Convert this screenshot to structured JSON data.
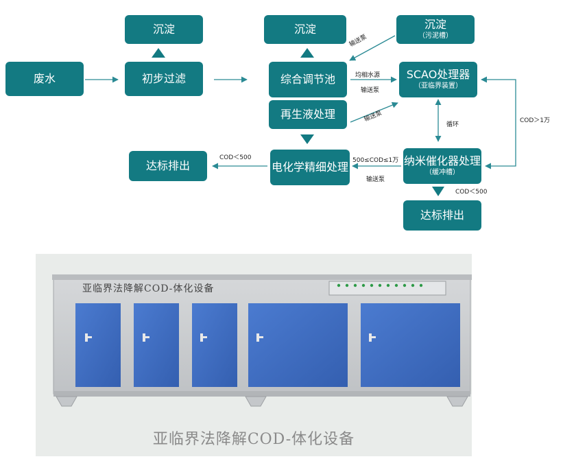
{
  "flow": {
    "wastewater": "废水",
    "sediment_left": "沉淀",
    "pre_filter": "初步过滤",
    "sediment_mid": "沉淀",
    "equalization_tank": "综合调节池",
    "regeneration": "再生液处理",
    "sediment_right_title": "沉淀",
    "sediment_right_sub": "（污泥槽）",
    "scao_title": "SCAO处理器",
    "scao_sub": "（亚临界装置）",
    "nano_title": "纳米催化器处理",
    "nano_sub": "（缓冲槽）",
    "electro": "电化学精细处理",
    "discharge_left": "达标排出",
    "discharge_right": "达标排出"
  },
  "labels": {
    "pump_top": "输送泵",
    "homogenize": "均相水源",
    "pump_mid": "输送泵",
    "pump_regen": "输送泵",
    "circulate": "循环",
    "cod_high": "COD＞1万",
    "cod_range": "500≤COD≤1万",
    "pump_bottom": "输送泵",
    "cod_low_left": "COD＜500",
    "cod_low_right": "COD＜500"
  },
  "equipment": {
    "panel_title": "亚临界法降解COD-体化设备",
    "caption": "亚临界法降解COD-体化设备",
    "colors": {
      "cabinet": "#c9cccf",
      "door": "#3f6fc4",
      "flow_box": "#137a82",
      "arrow": "#2a8a94"
    }
  }
}
